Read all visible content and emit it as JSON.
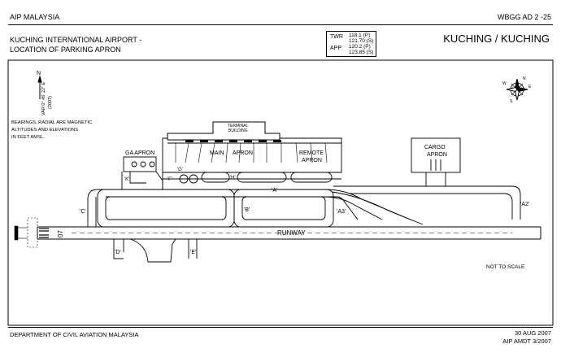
{
  "header": {
    "left": "AIP MALAYSIA",
    "right": "WBGG AD 2 -25"
  },
  "title": {
    "line1": "KUCHING INTERNATIONAL AIRPORT -",
    "line2": "LOCATION OF PARKING APRON",
    "city": "KUCHING / KUCHING"
  },
  "frequencies": {
    "twr_label": "TWR",
    "twr_1": "118.1 (P)",
    "twr_2": "121.70 (S)",
    "app_label": "APP",
    "app_1": "120.2 (P)",
    "app_2": "123.85 (S)"
  },
  "notes": {
    "north": "N",
    "variation": "VAR 0° 45' 22\" E",
    "variation_year": "(2007)",
    "bearings_1": "BEARINGS, RADIAL ARE MAGNETIC",
    "bearings_2": "ALTITUDES AND ELEVATIONS",
    "bearings_3": "IN FEET AMSL.",
    "scale": "NOT TO SCALE"
  },
  "labels": {
    "terminal_1": "TERMINAL",
    "terminal_2": "BUILDING",
    "ga_apron": "GA APRON",
    "main_apron_1": "MAIN",
    "main_apron_2": "APRON",
    "remote_apron_1": "REMOTE",
    "remote_apron_2": "APRON",
    "cargo_apron_1": "CARGO",
    "cargo_apron_2": "APRON",
    "runway": "RUNWAY",
    "runway_end": "07",
    "taxiway_a": "'A'",
    "taxiway_a2": "'A2'",
    "taxiway_a3": "'A3'",
    "taxiway_b": "'B'",
    "taxiway_c": "'C'",
    "taxiway_d": "'D'",
    "taxiway_e": "'E'",
    "taxiway_f": "'F'",
    "taxiway_g": "'G'",
    "taxiway_h": "'H'",
    "taxiway_k": "'K'"
  },
  "compass": {
    "n": "N",
    "s": "S",
    "e": "E",
    "w": "W"
  },
  "footer": {
    "left": "DEPARTMENT OF CIVIL AVIATION MALAYSIA",
    "date": "30 AUG 2007",
    "amdt": "AIP AMDT 3/2007"
  }
}
